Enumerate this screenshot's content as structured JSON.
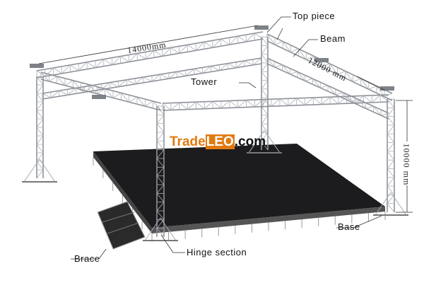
{
  "labels": {
    "top_piece": "Top piece",
    "beam": "Beam",
    "tower": "Tower",
    "base": "Base",
    "brace": "Brace",
    "hinge_section": "Hinge section"
  },
  "dimensions": {
    "width": "14000mm",
    "depth": "12000 mm",
    "height": "10000 mm"
  },
  "watermark": {
    "part1": "Trade",
    "part2": "LEO",
    "part3": ".com"
  },
  "colors": {
    "stage": "#1c1c1e",
    "truss": "#a9adb3",
    "logo_orange": "#e07a10"
  }
}
